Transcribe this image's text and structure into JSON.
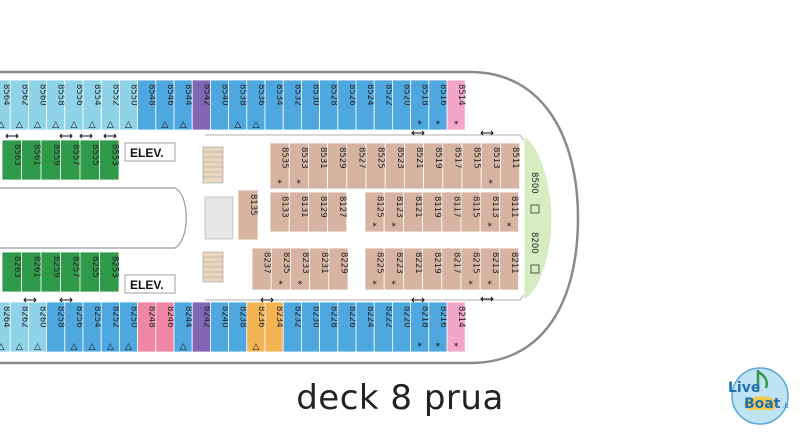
{
  "caption": "deck 8 prua",
  "logo": {
    "word1": "Live",
    "word2": "Boat",
    "suffix": ".it"
  },
  "elevator_label": "ELEV.",
  "colors": {
    "cyan": "#8fd3e8",
    "blue": "#4fa7df",
    "purple": "#8066b5",
    "pink": "#ef86a6",
    "lightpink": "#f4a6c9",
    "orange": "#f3b554",
    "green": "#2f9a4a",
    "tan": "#d7b4a2",
    "lightgreen": "#d6ecc1",
    "tanlight": "#e9d8bf"
  },
  "rows": {
    "top": [
      {
        "n": "8564",
        "c": "cyan",
        "m": "▵"
      },
      {
        "n": "8562",
        "c": "cyan",
        "m": "▵"
      },
      {
        "n": "8560",
        "c": "cyan",
        "m": "▵"
      },
      {
        "n": "8558",
        "c": "cyan",
        "m": "▵"
      },
      {
        "n": "8556",
        "c": "cyan",
        "m": "▵"
      },
      {
        "n": "8554",
        "c": "cyan",
        "m": "▵"
      },
      {
        "n": "8552",
        "c": "cyan",
        "m": "▵"
      },
      {
        "n": "8550",
        "c": "cyan",
        "m": "▵"
      },
      {
        "n": "8548",
        "c": "blue",
        "m": ""
      },
      {
        "n": "8546",
        "c": "blue",
        "m": "▵"
      },
      {
        "n": "8544",
        "c": "blue",
        "m": "▵"
      },
      {
        "n": "8542",
        "c": "purple",
        "m": ""
      },
      {
        "n": "8540",
        "c": "blue",
        "m": ""
      },
      {
        "n": "8538",
        "c": "blue",
        "m": "▵"
      },
      {
        "n": "8536",
        "c": "blue",
        "m": "▵"
      },
      {
        "n": "8534",
        "c": "blue",
        "m": ""
      },
      {
        "n": "8532",
        "c": "blue",
        "m": ""
      },
      {
        "n": "8530",
        "c": "blue",
        "m": ""
      },
      {
        "n": "8528",
        "c": "blue",
        "m": ""
      },
      {
        "n": "8526",
        "c": "blue",
        "m": ""
      },
      {
        "n": "8524",
        "c": "blue",
        "m": ""
      },
      {
        "n": "8522",
        "c": "blue",
        "m": ""
      },
      {
        "n": "8520",
        "c": "blue",
        "m": ""
      },
      {
        "n": "8518",
        "c": "blue",
        "m": "*"
      },
      {
        "n": "8516",
        "c": "blue",
        "m": "*"
      },
      {
        "n": "8514",
        "c": "lightpink",
        "m": "*"
      }
    ],
    "bottom": [
      {
        "n": "8264",
        "c": "cyan",
        "m": "▵"
      },
      {
        "n": "8262",
        "c": "cyan",
        "m": "▵"
      },
      {
        "n": "8260",
        "c": "cyan",
        "m": "▵"
      },
      {
        "n": "8258",
        "c": "blue",
        "m": ""
      },
      {
        "n": "8256",
        "c": "blue",
        "m": "▵"
      },
      {
        "n": "8254",
        "c": "blue",
        "m": "▵"
      },
      {
        "n": "8252",
        "c": "blue",
        "m": "▵"
      },
      {
        "n": "8250",
        "c": "blue",
        "m": "▵"
      },
      {
        "n": "8248",
        "c": "pink",
        "m": ""
      },
      {
        "n": "8246",
        "c": "pink",
        "m": ""
      },
      {
        "n": "8244",
        "c": "blue",
        "m": "▵"
      },
      {
        "n": "8242",
        "c": "purple",
        "m": ""
      },
      {
        "n": "8240",
        "c": "blue",
        "m": ""
      },
      {
        "n": "8238",
        "c": "blue",
        "m": ""
      },
      {
        "n": "8236",
        "c": "orange",
        "m": "▵"
      },
      {
        "n": "8234",
        "c": "orange",
        "m": ""
      },
      {
        "n": "8232",
        "c": "blue",
        "m": ""
      },
      {
        "n": "8230",
        "c": "blue",
        "m": ""
      },
      {
        "n": "8228",
        "c": "blue",
        "m": ""
      },
      {
        "n": "8226",
        "c": "blue",
        "m": ""
      },
      {
        "n": "8224",
        "c": "blue",
        "m": ""
      },
      {
        "n": "8222",
        "c": "blue",
        "m": ""
      },
      {
        "n": "8220",
        "c": "blue",
        "m": ""
      },
      {
        "n": "8218",
        "c": "blue",
        "m": "*"
      },
      {
        "n": "8216",
        "c": "blue",
        "m": "*"
      },
      {
        "n": "8214",
        "c": "lightpink",
        "m": "*"
      }
    ],
    "green_top": [
      "8563",
      "8561",
      "8559",
      "8557",
      "8555",
      "8553"
    ],
    "green_bottom": [
      "8263",
      "8261",
      "8259",
      "8257",
      "8255",
      "8253"
    ],
    "inner_top_1": [
      {
        "n": "8535",
        "m": "*"
      },
      {
        "n": "8533",
        "m": "*"
      },
      {
        "n": "8531",
        "m": ""
      },
      {
        "n": "8529",
        "m": ""
      },
      {
        "n": "8527",
        "m": ""
      },
      {
        "n": "8525",
        "m": ""
      },
      {
        "n": "8523",
        "m": ""
      },
      {
        "n": "8521",
        "m": ""
      },
      {
        "n": "8519",
        "m": ""
      },
      {
        "n": "8517",
        "m": ""
      },
      {
        "n": "8515",
        "m": ""
      },
      {
        "n": "8513",
        "m": "*"
      },
      {
        "n": "8511",
        "m": ""
      }
    ],
    "inner_top_2a": [
      {
        "n": "8133",
        "m": ""
      },
      {
        "n": "8131",
        "m": ""
      },
      {
        "n": "8129",
        "m": ""
      },
      {
        "n": "8127",
        "m": ""
      }
    ],
    "inner_top_2b": [
      {
        "n": "8125",
        "m": "*"
      },
      {
        "n": "8123",
        "m": "*"
      },
      {
        "n": "8121",
        "m": ""
      },
      {
        "n": "8119",
        "m": ""
      },
      {
        "n": "8117",
        "m": ""
      },
      {
        "n": "8115",
        "m": ""
      },
      {
        "n": "8113",
        "m": "*"
      },
      {
        "n": "8111",
        "m": "*"
      }
    ],
    "stair_cabin": "8135",
    "inner_bottom_a": [
      {
        "n": "8237",
        "m": ""
      },
      {
        "n": "8235",
        "m": "*"
      },
      {
        "n": "8233",
        "m": "*"
      },
      {
        "n": "8231",
        "m": ""
      },
      {
        "n": "8229",
        "m": ""
      }
    ],
    "inner_bottom_b": [
      {
        "n": "8225",
        "m": "*"
      },
      {
        "n": "8223",
        "m": "*"
      },
      {
        "n": "8221",
        "m": ""
      },
      {
        "n": "8219",
        "m": ""
      },
      {
        "n": "8217",
        "m": ""
      },
      {
        "n": "8215",
        "m": "*"
      },
      {
        "n": "8213",
        "m": "*"
      },
      {
        "n": "8211",
        "m": ""
      }
    ],
    "bow": [
      "8500",
      "8200"
    ]
  }
}
